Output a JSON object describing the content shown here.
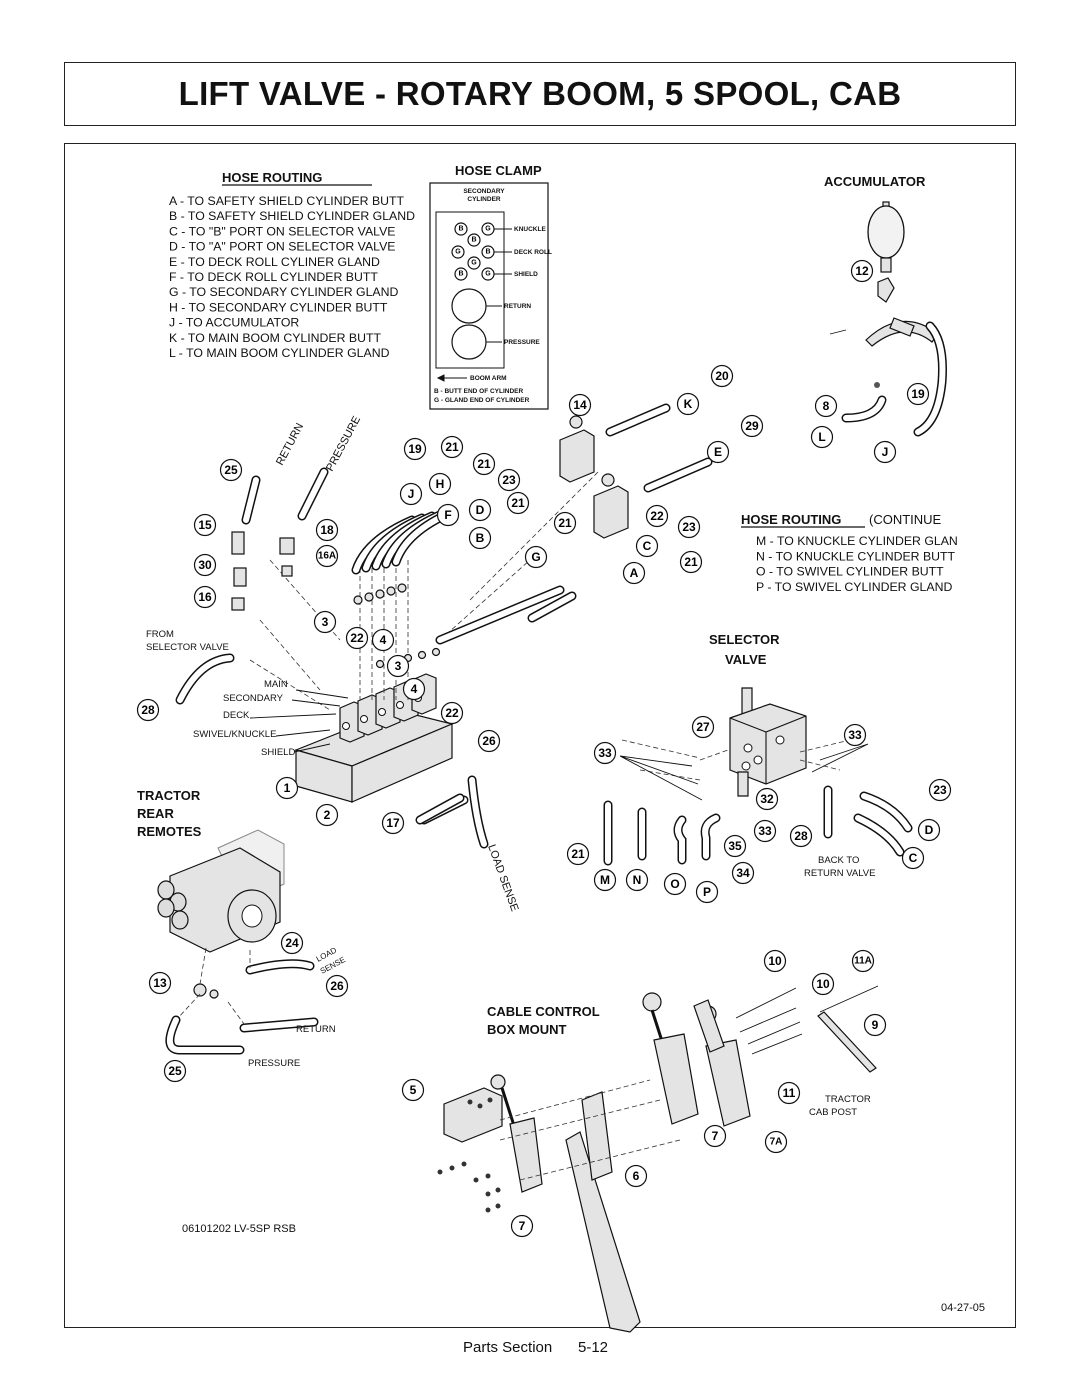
{
  "title": "LIFT VALVE - ROTARY BOOM, 5 SPOOL, CAB",
  "hose_routing": {
    "heading": "HOSE ROUTING",
    "items": [
      "A - TO SAFETY SHIELD CYLINDER BUTT",
      "B - TO SAFETY SHIELD CYLINDER GLAND",
      "C - TO \"B\" PORT ON SELECTOR VALVE",
      "D - TO \"A\" PORT ON SELECTOR VALVE",
      "E - TO DECK ROLL CYLINER GLAND",
      "F - TO DECK ROLL CYLINDER BUTT",
      "G - TO SECONDARY CYLINDER GLAND",
      "H - TO SECONDARY CYLINDER BUTT",
      "J - TO ACCUMULATOR",
      "K - TO MAIN BOOM CYLINDER BUTT",
      "L - TO MAIN BOOM CYLINDER GLAND"
    ]
  },
  "hose_routing_continue": {
    "heading": "HOSE ROUTING",
    "heading_suffix": "(CONTINUE",
    "items": [
      "M - TO KNUCKLE CYLINDER GLAN",
      "N - TO KNUCKLE CYLINDER BUTT",
      "O - TO SWIVEL CYLINDER BUTT",
      "P - TO SWIVEL CYLINDER GLAND"
    ]
  },
  "hose_clamp": {
    "heading": "HOSE CLAMP",
    "secondary_cylinder": [
      "SECONDARY",
      "CYLINDER"
    ],
    "knuckle": "KNUCKLE",
    "deck_roll": "DECK ROLL",
    "shield": "SHIELD",
    "return": "RETURN",
    "pressure": "PRESSURE",
    "boom_arm": "BOOM ARM",
    "legend_b": "B - BUTT END OF CYLINDER",
    "legend_g": "G - GLAND END OF CYLINDER"
  },
  "section_labels": {
    "accumulator": "ACCUMULATOR",
    "selector_valve": [
      "SELECTOR",
      "VALVE"
    ],
    "tractor_rear_remotes": [
      "TRACTOR",
      "REAR",
      "REMOTES"
    ],
    "cable_control": [
      "CABLE CONTROL",
      "BOX MOUNT"
    ]
  },
  "annotations": {
    "return": "RETURN",
    "pressure": "PRESSURE",
    "from_selector": [
      "FROM",
      "SELECTOR VALVE"
    ],
    "main": "MAIN",
    "secondary": "SECONDARY",
    "deck": "DECK",
    "swivel_knuckle": "SWIVEL/KNUCKLE",
    "shield": "SHIELD",
    "load_sense": "LOAD SENSE",
    "load_sense_small": [
      "LOAD",
      "SENSE"
    ],
    "return_small": "RETURN",
    "pressure_small": "PRESSURE",
    "back_to": [
      "BACK TO",
      "RETURN VALVE"
    ],
    "tractor_cab_post": [
      "TRACTOR",
      "CAB POST"
    ]
  },
  "drawing_number": "06101202 LV-5SP RSB",
  "date": "04-27-05",
  "footer": {
    "section": "Parts Section",
    "page": "5-12"
  }
}
